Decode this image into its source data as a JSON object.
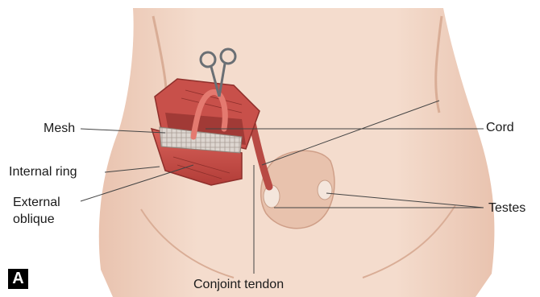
{
  "figure": {
    "labels": {
      "mesh": "Mesh",
      "internal_ring": "Internal ring",
      "external_oblique_line1": "External",
      "external_oblique_line2": "oblique",
      "cord": "Cord",
      "testes": "Testes",
      "conjoint_tendon": "Conjoint tendon"
    },
    "panel_letter": "A"
  },
  "colors": {
    "skin": "#f2d6c6",
    "skin_shadow": "#e3b9a4",
    "muscle": "#c9504a",
    "muscle_dark": "#9e3531",
    "mesh": "#d9d4cf",
    "leader_line": "#444444"
  }
}
